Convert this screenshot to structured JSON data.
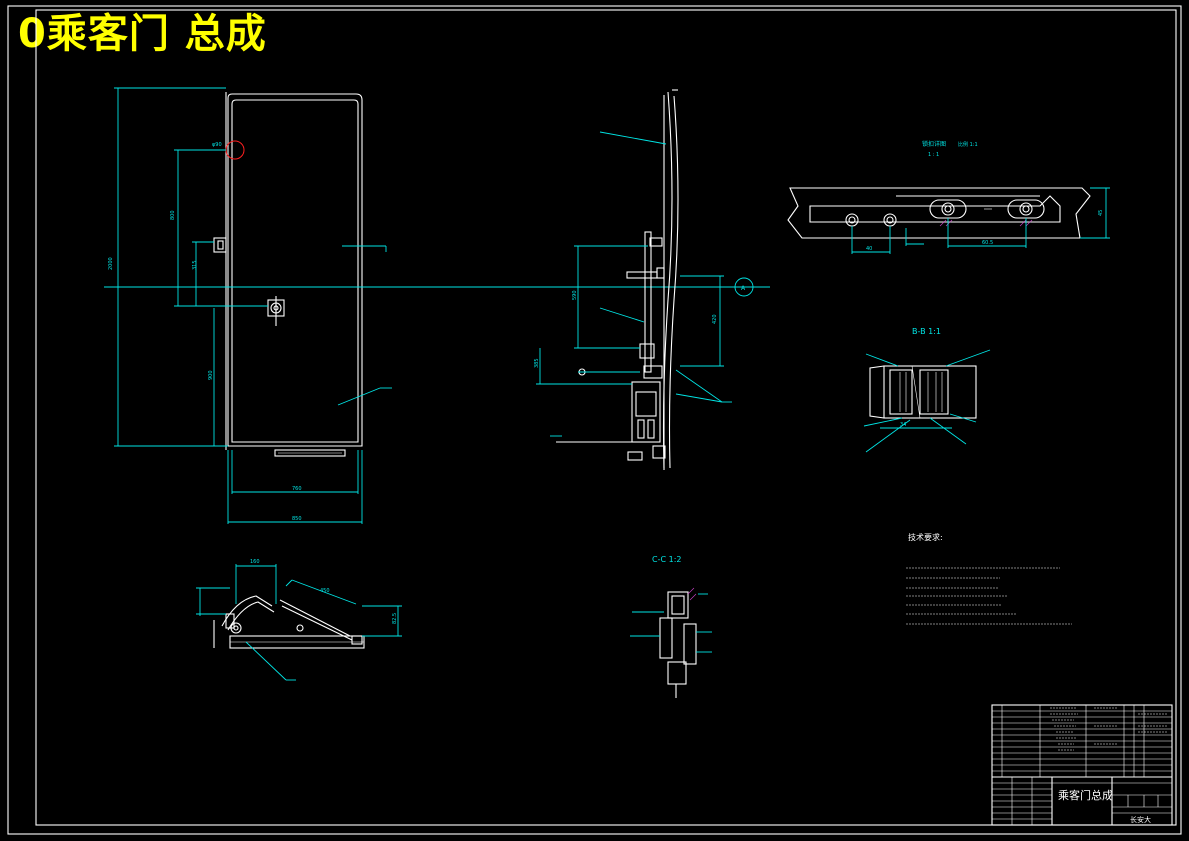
{
  "drawing_title": "0乘客门 总成",
  "title_block_name": "乘客门总成",
  "section_bb_label": "B-B  1:1",
  "section_cc_label": "C-C  1:2",
  "detail_label": "锁扣详图",
  "tech_req_heading": "技术要求:",
  "title_block_footer": "长安大",
  "colors": {
    "title": "#ffff00",
    "dimension": "#00e5e5",
    "outline": "#ffffff",
    "marker": "#ff2020"
  }
}
